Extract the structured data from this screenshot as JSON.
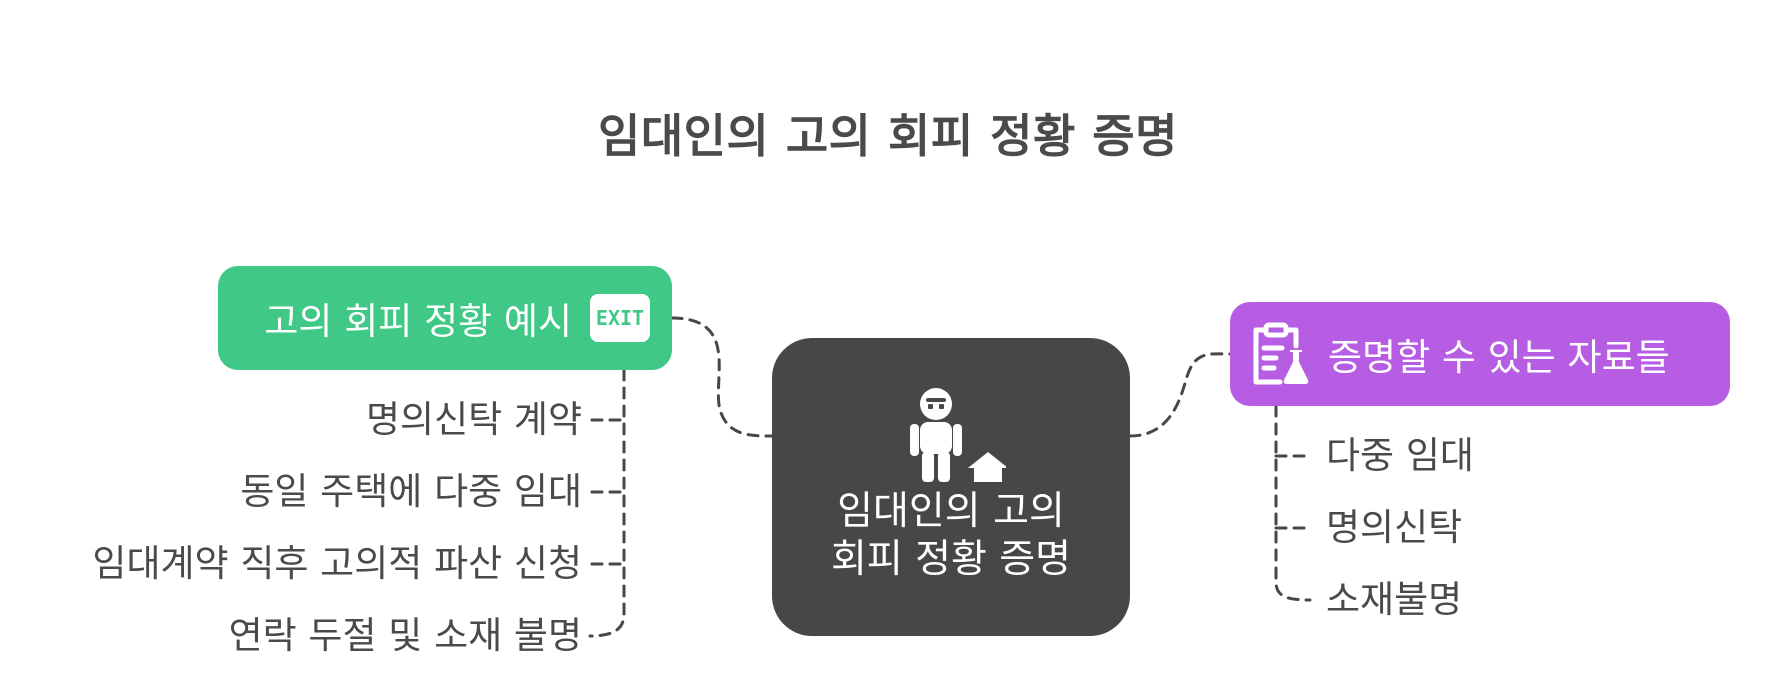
{
  "title": "임대인의 고의 회피 정황 증명",
  "center": {
    "label_line1": "임대인의 고의",
    "label_line2": "회피 정황 증명",
    "icon": "person-with-house-icon"
  },
  "left_branch": {
    "label": "고의 회피 정황 예시",
    "icon": "exit-sign-icon",
    "icon_text": "EXIT",
    "color": "#40c887",
    "items": [
      "명의신탁 계약",
      "동일 주택에 다중 임대",
      "임대계약 직후 고의적 파산 신청",
      "연락 두절 및 소재 불명"
    ]
  },
  "right_branch": {
    "label": "증명할 수 있는 자료들",
    "icon": "clipboard-flask-icon",
    "color": "#b65de4",
    "items": [
      "다중 임대",
      "명의신탁",
      "소재불명"
    ]
  },
  "colors": {
    "center": "#474747",
    "text": "#4a4a4a",
    "connector": "#474747"
  }
}
